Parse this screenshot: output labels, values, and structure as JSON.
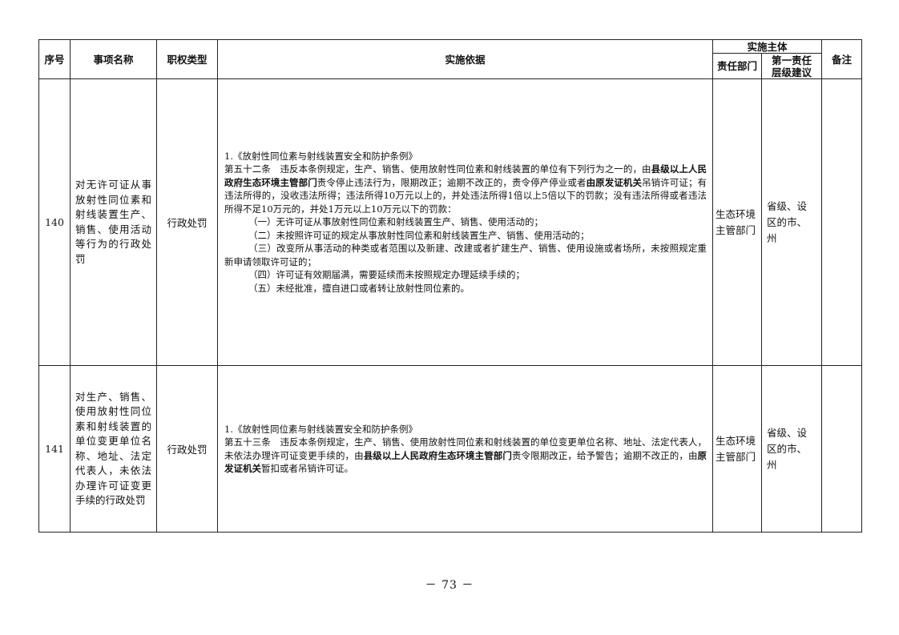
{
  "headers": {
    "seq": "序号",
    "name": "事项名称",
    "type": "职权类型",
    "basis": "实施依据",
    "subject": "实施主体",
    "dept": "责任部门",
    "level": "第一责任层级建议",
    "note": "备注"
  },
  "rows": [
    {
      "seq": "140",
      "name": "对无许可证从事放射性同位素和射线装置生产、销售、使用活动等行为的行政处罚",
      "type": "行政处罚",
      "basis": {
        "title": "1.《放射性同位素与射线装置安全和防护条例》",
        "p1_a": "第五十二条　违反本条例规定，生产、销售、使用放射性同位素和射线装置的单位有下列行为之一的，由",
        "p1_b": "县级以上人民政府生态环境主管部门",
        "p1_c": "责令停止违法行为，限期改正；逾期不改正的，责令停产停业或者",
        "p1_d": "由原发证机关",
        "p1_e": "吊销许可证；有违法所得的，没收违法所得；违法所得10万元以上的，并处违法所得1倍以上5倍以下的罚款；没有违法所得或者违法所得不足10万元的，并处1万元以上10万元以下的罚款：",
        "items": [
          "（一）无许可证从事放射性同位素和射线装置生产、销售、使用活动的；",
          "（二）未按照许可证的规定从事放射性同位素和射线装置生产、销售、使用活动的；",
          "（三）改变所从事活动的种类或者范围以及新建、改建或者扩建生产、销售、使用设施或者场所，未按照规定重新申请领取许可证的；",
          "（四）许可证有效期届满，需要延续而未按照规定办理延续手续的；",
          "（五）未经批准，擅自进口或者转让放射性同位素的。"
        ]
      },
      "dept": "生态环境主管部门",
      "level": "省级、设区的市、州",
      "note": ""
    },
    {
      "seq": "141",
      "name": "对生产、销售、使用放射性同位素和射线装置的单位变更单位名称、地址、法定代表人，未依法办理许可证变更手续的行政处罚",
      "type": "行政处罚",
      "basis": {
        "title": "1.《放射性同位素与射线装置安全和防护条例》",
        "p1_a": "第五十三条　违反本条例规定，生产、销售、使用放射性同位素和射线装置的单位变更单位名称、地址、法定代表人，未依法办理许可证变更手续的，由",
        "p1_b": "县级以上人民政府生态环境主管部门",
        "p1_c": "责令限期改正，给予警告；逾期不改正的，由",
        "p1_d": "原发证机关",
        "p1_e": "暂扣或者吊销许可证。"
      },
      "dept": "生态环境主管部门",
      "level": "省级、设区的市、州",
      "note": ""
    }
  ],
  "footer": {
    "page": "－ 73 －"
  }
}
